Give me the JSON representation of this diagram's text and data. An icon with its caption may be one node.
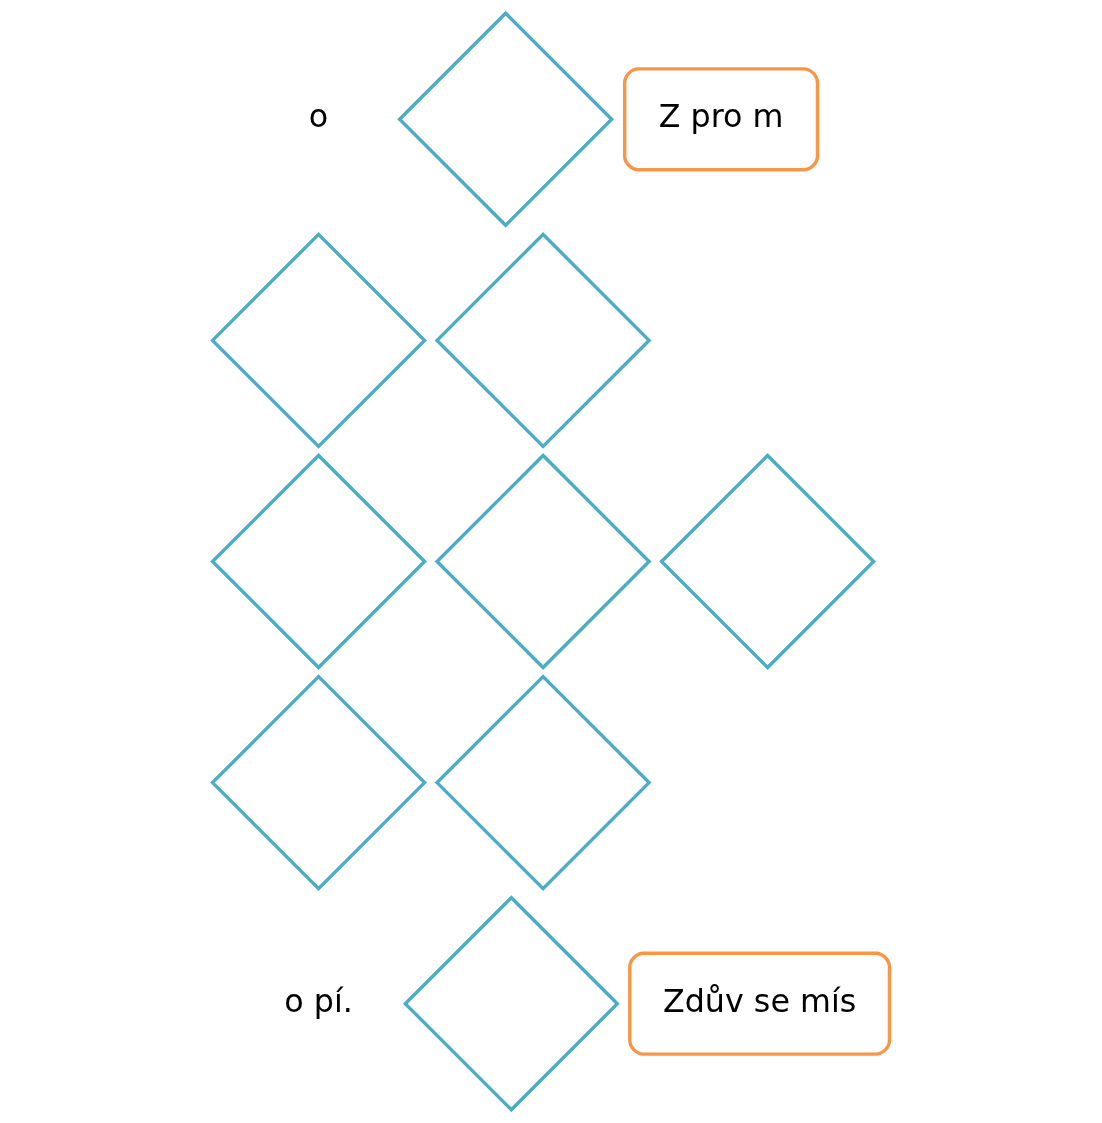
{
  "diagram": {
    "nodes": [
      {
        "text": [],
        "shape": "diamond"
      },
      {
        "text": [],
        "shape": "diamond"
      },
      {
        "text": [],
        "shape": "diamond"
      },
      {
        "text": [],
        "shape": "diamond"
      },
      {
        "text": [],
        "shape": "diamond"
      },
      {
        "text": [],
        "shape": "diamond"
      },
      {
        "text": [],
        "shape": "diamond"
      },
      {
        "text": [],
        "shape": "diamond"
      },
      {
        "text": [],
        "shape": "diamond"
      },
      {
        "text": [
          "Z pro m"
        ]
      },
      {
        "text": [
          "Zdův se mís"
        ]
      }
    ],
    "labels": [
      "o",
      "o pí."
    ]
  }
}
